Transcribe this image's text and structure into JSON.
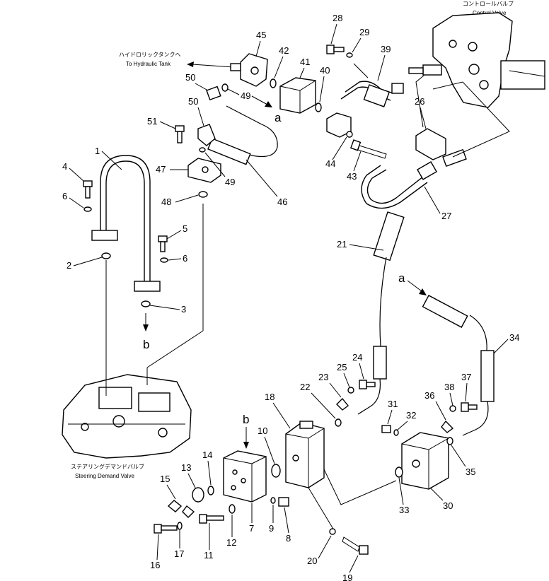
{
  "labels": {
    "hydraulic_tank_jp": "ハイドロリックタンクへ",
    "hydraulic_tank_en": "To Hydraulic Tank",
    "control_valve_jp": "コントロールバルブ",
    "control_valve_en": "Control Valve",
    "steering_valve_jp": "ステアリングデマンドバルブ",
    "steering_valve_en": "Steering Demand Valve"
  },
  "connection_letters": {
    "a_top": "a",
    "a_right": "a",
    "b_left": "b",
    "b_block": "b"
  },
  "part_numbers": {
    "p1": "1",
    "p2": "2",
    "p3": "3",
    "p4": "4",
    "p5": "5",
    "p6a": "6",
    "p6b": "6",
    "p7": "7",
    "p8": "8",
    "p9": "9",
    "p10": "10",
    "p11": "11",
    "p12": "12",
    "p13": "13",
    "p14": "14",
    "p15": "15",
    "p16": "16",
    "p17": "17",
    "p18": "18",
    "p19": "19",
    "p20": "20",
    "p21": "21",
    "p22": "22",
    "p23": "23",
    "p24": "24",
    "p25": "25",
    "p26": "26",
    "p27": "27",
    "p28": "28",
    "p29": "29",
    "p30": "30",
    "p31": "31",
    "p32": "32",
    "p33": "33",
    "p34": "34",
    "p35": "35",
    "p36": "36",
    "p37": "37",
    "p38": "38",
    "p39": "39",
    "p40": "40",
    "p41": "41",
    "p42": "42",
    "p43": "43",
    "p44": "44",
    "p45": "45",
    "p46": "46",
    "p47": "47",
    "p48": "48",
    "p49a": "49",
    "p49b": "49",
    "p50a": "50",
    "p50b": "50",
    "p51": "51"
  }
}
